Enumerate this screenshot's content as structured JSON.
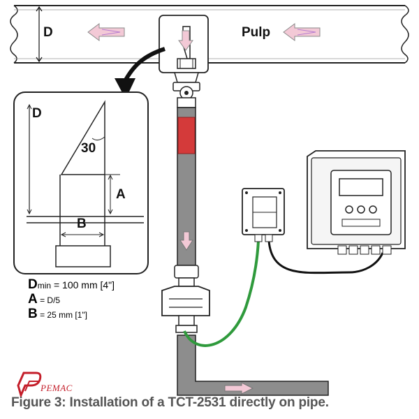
{
  "pipe_top": {
    "diameter_label": "D",
    "flow_label": "Pulp"
  },
  "detail": {
    "diameter_label": "D",
    "angle_label": "30",
    "depth_label": "A",
    "width_label": "B"
  },
  "legend": {
    "dmin_key": "D",
    "dmin_sub": "min",
    "dmin_value": " = 100 mm [4\"]",
    "a_key": "A",
    "a_value": " = D/5",
    "b_key": "B",
    "b_value": " = 25 mm [1\"]"
  },
  "caption": "Figure 3: Installation of a TCT-2531 directly on pipe.",
  "logo_text": "PEMAC",
  "colors": {
    "cable_green": "#2f9a3c",
    "sensor_red": "#d43a3a",
    "logo_red": "#c41e2a",
    "pipe_grey": "#8a8a8a",
    "arrow_pink": "#e8b4c8"
  }
}
